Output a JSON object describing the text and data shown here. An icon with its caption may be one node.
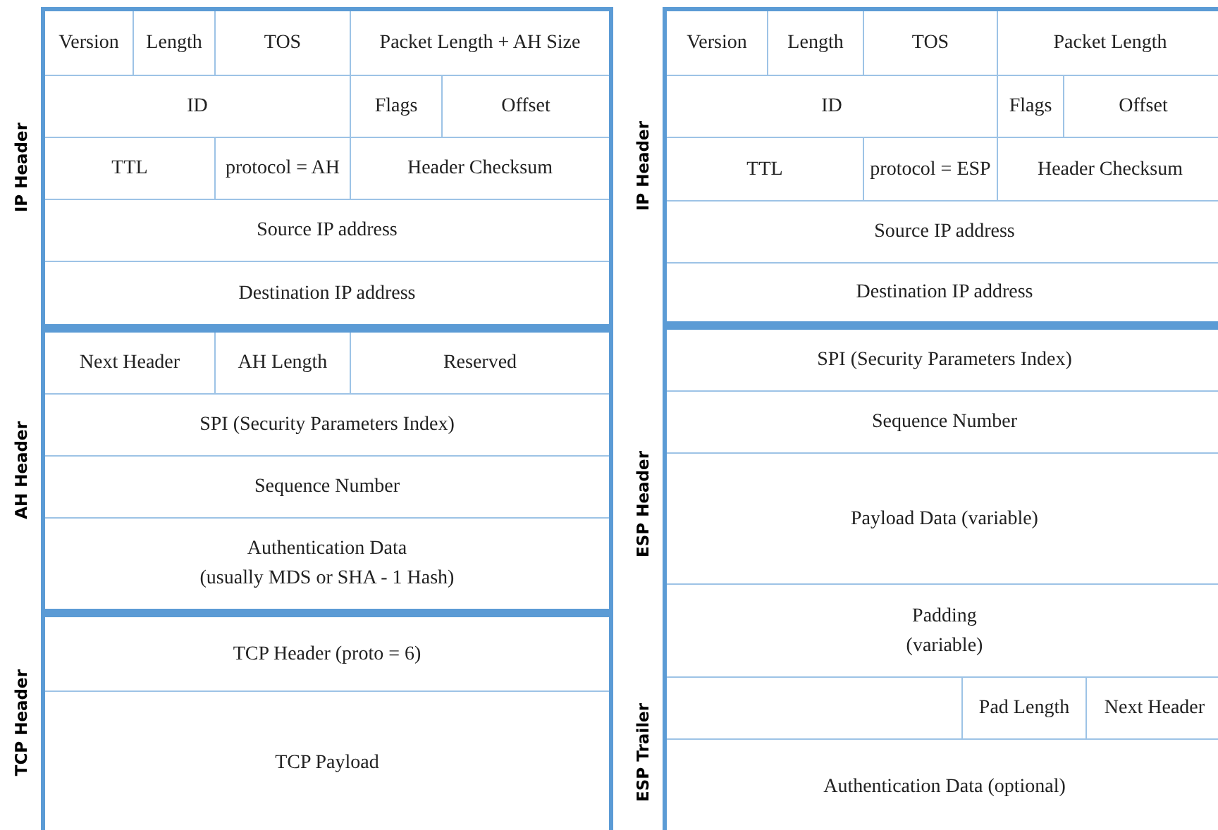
{
  "diagram": {
    "nodes": [
      {
        "text": [
          "IP Header"
        ]
      },
      {
        "text": [
          "Version"
        ],
        "in": 0
      },
      {
        "text": [
          "Length"
        ],
        "in": 0
      },
      {
        "text": [
          "TOS"
        ],
        "in": 0
      },
      {
        "text": [
          "Packet Length + AH Size"
        ],
        "in": 0
      },
      {
        "text": [
          "ID"
        ],
        "in": 0
      },
      {
        "text": [
          "Flags"
        ],
        "in": 0
      },
      {
        "text": [
          "Offset"
        ],
        "in": 0
      },
      {
        "text": [
          "TTL"
        ],
        "in": 0
      },
      {
        "text": [
          "protocol = AH"
        ],
        "in": 0
      },
      {
        "text": [
          "Header Checksum"
        ],
        "in": 0
      },
      {
        "text": [
          "Source IP address"
        ],
        "in": 0
      },
      {
        "text": [
          "Destination IP address"
        ],
        "in": 0
      },
      {
        "text": [
          "AH Header"
        ]
      },
      {
        "text": [
          "Next Header"
        ],
        "in": 13
      },
      {
        "text": [
          "AH Length"
        ],
        "in": 13
      },
      {
        "text": [
          "Reserved"
        ],
        "in": 13
      },
      {
        "text": [
          "SPI (Security Parameters Index)"
        ],
        "in": 13
      },
      {
        "text": [
          "Sequence Number"
        ],
        "in": 13
      },
      {
        "text": [
          "Authentication Data",
          "(usually MDS or SHA - 1 Hash)"
        ],
        "in": 13
      },
      {
        "text": [
          "TCP Header"
        ]
      },
      {
        "text": [
          "TCP Header (proto = 6)"
        ],
        "in": 20
      },
      {
        "text": [
          "TCP Payload"
        ],
        "in": 20
      },
      {
        "text": [
          "IP Header"
        ]
      },
      {
        "text": [
          "Version"
        ],
        "in": 23
      },
      {
        "text": [
          "Length"
        ],
        "in": 23
      },
      {
        "text": [
          "TOS"
        ],
        "in": 23
      },
      {
        "text": [
          "Packet Length"
        ],
        "in": 23
      },
      {
        "text": [
          "ID"
        ],
        "in": 23
      },
      {
        "text": [
          "Flags"
        ],
        "in": 23
      },
      {
        "text": [
          "Offset"
        ],
        "in": 23
      },
      {
        "text": [
          "TTL"
        ],
        "in": 23
      },
      {
        "text": [
          "protocol = ESP"
        ],
        "in": 23
      },
      {
        "text": [
          "Header Checksum"
        ],
        "in": 23
      },
      {
        "text": [
          "Source IP address"
        ],
        "in": 23
      },
      {
        "text": [
          "Destination IP address"
        ],
        "in": 23
      },
      {
        "text": [
          "ESP Header",
          "ESP Trailer"
        ]
      },
      {
        "text": [
          "SPI (Security Parameters Index)"
        ],
        "in": 36
      },
      {
        "text": [
          "Sequence Number"
        ],
        "in": 36
      },
      {
        "text": [
          "Payload Data (variable)"
        ],
        "in": 36
      },
      {
        "text": [
          "Padding",
          "(variable)"
        ],
        "in": 36
      },
      {
        "text": [],
        "shape": "box",
        "in": 36
      },
      {
        "text": [
          "Pad Length"
        ],
        "in": 36
      },
      {
        "text": [
          "Next Header"
        ],
        "in": 36
      },
      {
        "text": [
          "Authentication Data (optional)"
        ],
        "in": 36
      }
    ]
  }
}
